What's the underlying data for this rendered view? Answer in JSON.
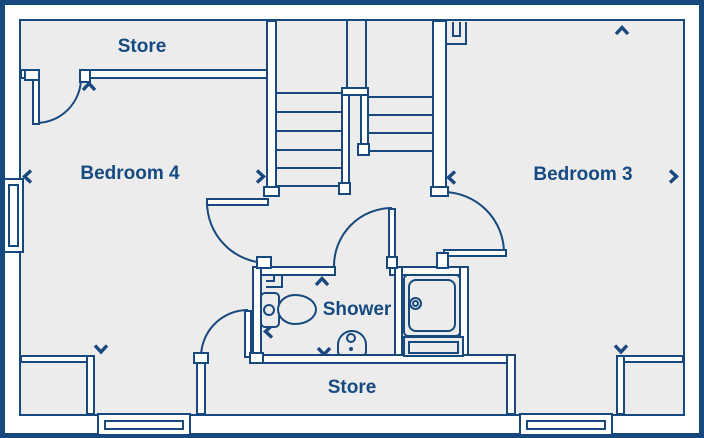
{
  "floorplan": {
    "rooms": {
      "store_top": {
        "label": "Store"
      },
      "bedroom4": {
        "label": "Bedroom 4"
      },
      "bedroom3": {
        "label": "Bedroom 3"
      },
      "shower": {
        "label": "Shower"
      },
      "store_bottom": {
        "label": "Store"
      }
    },
    "fixtures": [
      "staircase",
      "toilet",
      "basin",
      "shower-tray"
    ],
    "openings": {
      "doors": 5,
      "windows": 3
    },
    "colors": {
      "line": "#17497E",
      "text": "#164A80",
      "wall_fill": "#FFFFFF",
      "floor": "#ECECEC"
    }
  }
}
